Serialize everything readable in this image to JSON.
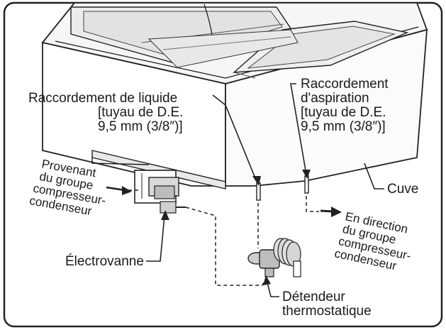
{
  "labels": {
    "liquid_line": [
      "Raccordement de liquide",
      "[tuyau de D.E.",
      "9,5 mm (3/8″)]"
    ],
    "suction_line": [
      "Raccordement",
      "d'aspiration",
      "[tuyau de D.E.",
      "9,5 mm (3/8″)]"
    ],
    "from_condensing_unit": [
      "Provenant",
      "du groupe",
      "compresseur-",
      "condenseur"
    ],
    "to_condensing_unit": [
      "En direction",
      "du groupe",
      "compresseur-",
      "condenseur"
    ],
    "tank": "Cuve",
    "solenoid_valve": "Électrovanne",
    "expansion_valve": [
      "Détendeur",
      "thermostatique"
    ]
  }
}
